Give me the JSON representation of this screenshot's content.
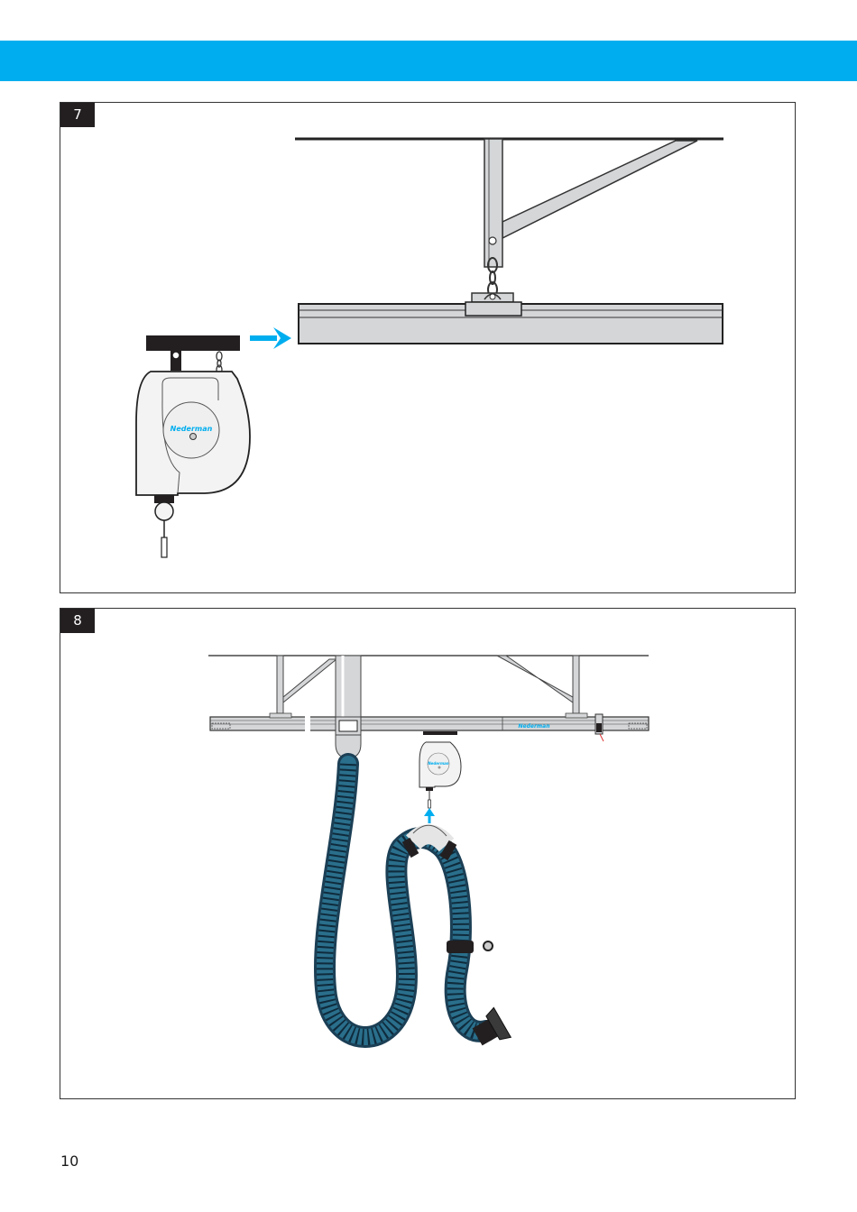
{
  "header": {
    "band_color": "#00aeef"
  },
  "figures": [
    {
      "step": "7"
    },
    {
      "step": "8"
    }
  ],
  "brand": {
    "logo_text": "Nederman",
    "accent": "#00aeef"
  },
  "hose": {
    "color": "#2a6f8c",
    "stripe": "#1b3f55"
  },
  "footer": {
    "page_number": "10"
  }
}
